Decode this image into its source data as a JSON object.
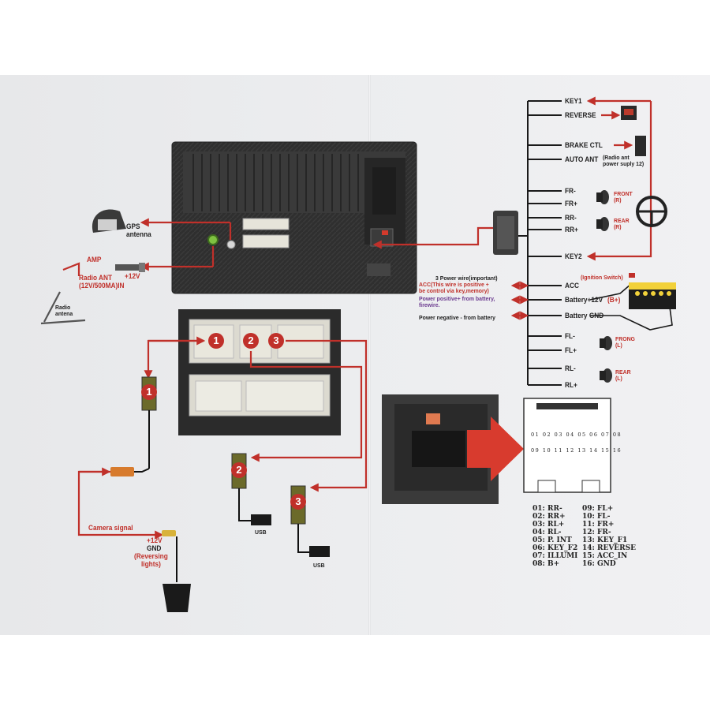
{
  "gps": {
    "label": "GPS\nantenna"
  },
  "amp": {
    "label": "AMP",
    "plus12": "+12V"
  },
  "radio_ant": {
    "label": "Radio ANT\n(12V/500MA)IN",
    "antenna_label": "Radio\nantena"
  },
  "connectors": {
    "n1": "1",
    "n2": "2",
    "n3": "3"
  },
  "usb": {
    "label2": "USB",
    "label3": "USB"
  },
  "camera": {
    "signal": "Camera signal",
    "plus12": "+12V",
    "gnd": "GND",
    "reversing": "(Reversing\nlights)"
  },
  "wires": {
    "key1": "KEY1",
    "reverse": "REVERSE",
    "brake": "BRAKE CTL",
    "auto_ant": "AUTO ANT",
    "auto_ant_note": "(Radio ant\npower suply 12)",
    "fr_minus": "FR-",
    "fr_plus": "FR+",
    "rr_minus": "RR-",
    "rr_plus": "RR+",
    "key2": "KEY2",
    "acc": "ACC",
    "battery12": "Battery+12V",
    "battery_plus": "(B+)",
    "battery_gnd": "Battery GND",
    "fl_minus": "FL-",
    "fl_plus": "FL+",
    "rl_minus": "RL-",
    "rl_plus": "RL+"
  },
  "speakers": {
    "front_r": "FRONT\n(R)",
    "rear_r": "REAR\n(R)",
    "frong_l": "FRONG\n(L)",
    "rear_l": "REAR\n(L)"
  },
  "power": {
    "title": "3 Power wire(important)",
    "acc_note": "ACC(This wire is positive +\nbe control via key,memory)",
    "positive_note": "Power positive+ from battery,\nfirewire.",
    "negative_note": "Power negative - from battery",
    "ignition": "(Ignition Switch)"
  },
  "pin_numbers": {
    "top": "01 02 03 04 05 06 07 08",
    "bottom": "09 10 11 12 13 14 15 16"
  },
  "pin_table": {
    "left": [
      "01:  RR-",
      "02:  RR+",
      "03:  RL+",
      "04:  RL-",
      "05:  P. INT",
      "06:  KEY_F2",
      "07:  ILLUMI",
      "08:  B+"
    ],
    "right": [
      "09:  FL+",
      "10:  FL-",
      "11:  FR+",
      "12:  FR-",
      "13:  KEY_F1",
      "14:  REVERSE",
      "15:  ACC_IN",
      "16:  GND"
    ]
  },
  "colors": {
    "wire_red": "#c0302a",
    "wire_black": "#1a1a1a",
    "panel": "#2e2e2e",
    "connector": "#e6e4da",
    "accent_green": "#7fc241",
    "battery_yellow": "#f2d13a"
  }
}
